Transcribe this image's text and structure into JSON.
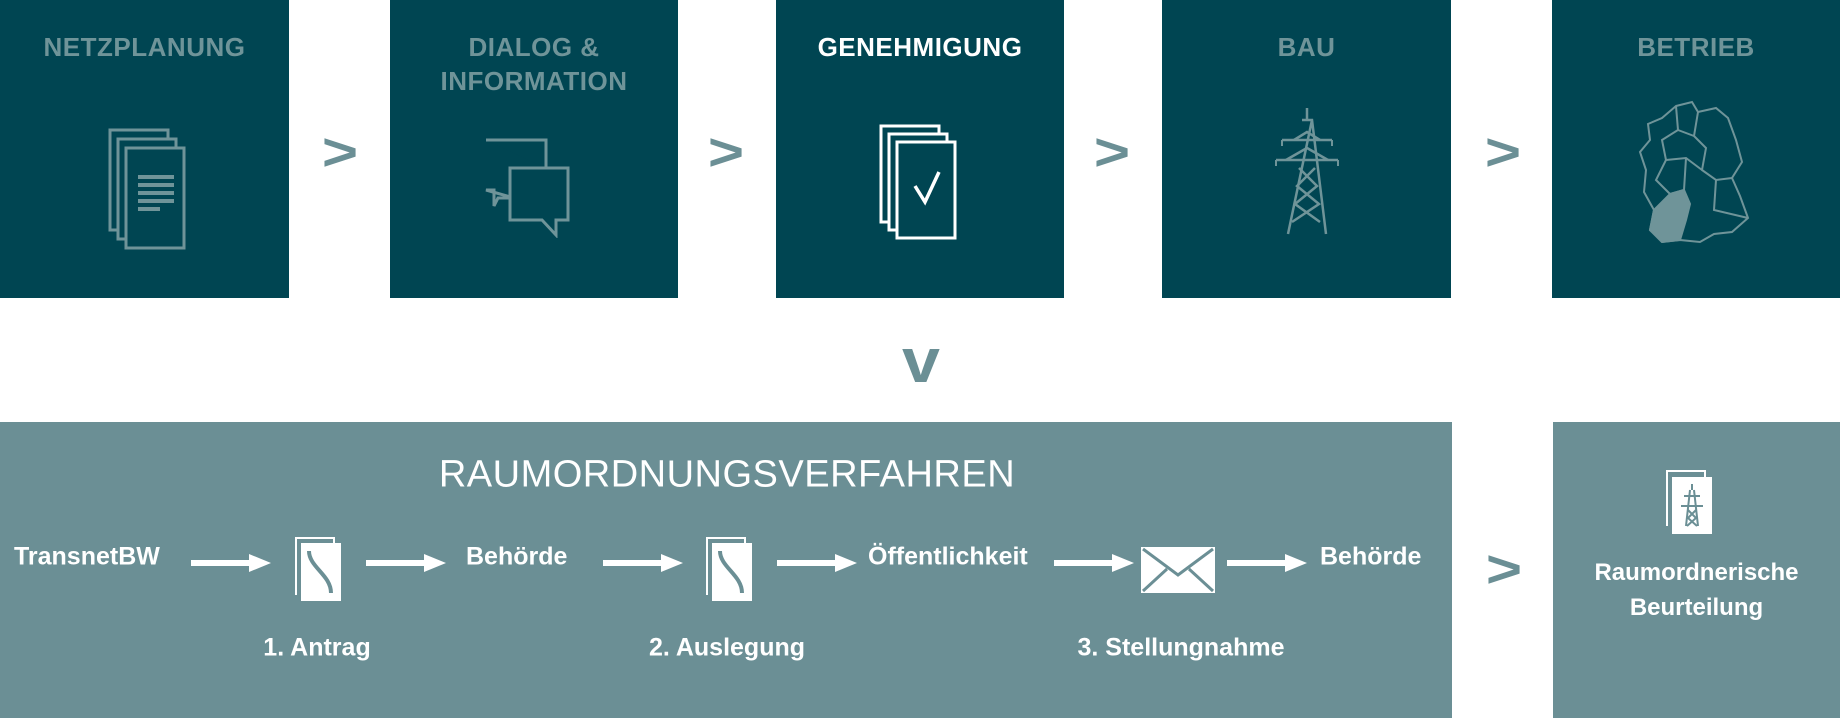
{
  "colors": {
    "dark": "#004552",
    "muted": "#6b8f95",
    "muted_text": "#6f9499",
    "white": "#ffffff"
  },
  "phases": [
    {
      "title": "NETZPLANUNG",
      "icon": "documents-icon",
      "active": false
    },
    {
      "title": "DIALOG & INFORMATION",
      "line1": "DIALOG &",
      "line2": "INFORMATION",
      "icon": "chat-bubbles-icon",
      "active": false
    },
    {
      "title": "GENEHMIGUNG",
      "icon": "approved-documents-icon",
      "active": true
    },
    {
      "title": "BAU",
      "icon": "power-pylon-icon",
      "active": false
    },
    {
      "title": "BETRIEB",
      "icon": "germany-map-icon",
      "active": false
    }
  ],
  "chevron_right": ">",
  "chevron_down": "v",
  "procedure": {
    "title": "RAUMORDNUNGSVERFAHREN",
    "flow": [
      "TransnetBW",
      "Behörde",
      "Öffentlichkeit",
      "Behörde"
    ],
    "steps": [
      "1. Antrag",
      "2. Auslegung",
      "3. Stellungnahme"
    ]
  },
  "result": {
    "line1": "Raumordnerische",
    "line2": "Beurteilung"
  }
}
